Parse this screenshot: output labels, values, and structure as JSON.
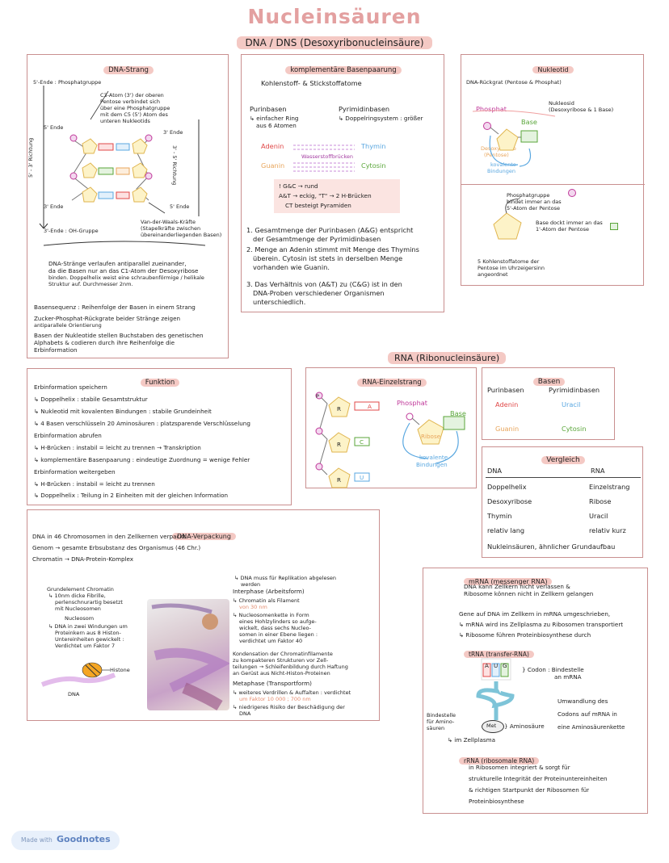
{
  "title": "Nucleinsäuren",
  "subtitle": "DNA / DNS (Desoxyribonucleinsäure)",
  "colors": {
    "accent": "#e39a9a",
    "frame": "#c98f8f",
    "highlight": "#f4c9c4"
  },
  "dna_strang": {
    "heading": "DNA-Strang",
    "labels": [
      "5'-Ende : Phosphatgruppe",
      "C3-Atom (3') der oberen",
      "Pentose verbindet sich",
      "über eine Phosphatgruppe",
      "mit dem C5 (5') Atom des",
      "unteren Nukleotids",
      "5' Ende",
      "3' Ende",
      "3' Ende",
      "5' Ende",
      "5' - 3' Richtung",
      "3' - 5' Richtung",
      "Van-der-Waals-Kräfte",
      "(Stapelkräfte zwischen",
      "übereinanderliegenden Basen)",
      "3'-Ende : OH-Gruppe"
    ],
    "notes": [
      "DNA-Stränge verlaufen antiparallel zueinander,",
      "da die Basen nur an das C1-Atom der Desoxyribose",
      "binden. Doppelhelix weist eine schraubenförmige / helikale",
      "Struktur auf. Durchmesser 2nm.",
      "Basensequenz : Reihenfolge der Basen in einem Strang",
      "Zucker-Phosphat-Rückgrate beider Stränge zeigen",
      "antiparallele Orientierung",
      "Basen der Nukleotide stellen Buchstaben des genetischen",
      "Alphabets & codieren durch ihre Reihenfolge die",
      "Erbinformation"
    ]
  },
  "basenpaarung": {
    "heading": "komplementäre Basenpaarung",
    "atoms": "Kohlenstoff- & Stickstoffatome",
    "purin_title": "Purinbasen",
    "purin_desc1": "↳ einfacher Ring",
    "purin_desc2": "aus 6 Atomen",
    "pyrimidin_title": "Pyrimidinbasen",
    "pyrimidin_desc": "↳ Doppelringsystem : größer",
    "adenin": "Adenin",
    "thymin": "Thymin",
    "guanin": "Guanin",
    "cytosin": "Cytosin",
    "bruecken_label": "Wasserstoffbrücken",
    "rule1": "! G&C → rund",
    "rule2": "A&T → eckig, \"T\" → 2 H-Brücken",
    "rule3": "CT besteigt Pyramiden",
    "points": [
      "1. Gesamtmenge der Purinbasen (A&G) entspricht",
      "der Gesamtmenge der Pyrimidinbasen",
      "2. Menge an Adenin stimmt mit Menge des Thymins",
      "überein. Cytosin ist stets in derselben Menge",
      "vorhanden wie Guanin.",
      "3. Das Verhältnis von (A&T) zu (C&G) ist in den",
      "DNA-Proben verschiedener Organismen",
      "unterschiedlich."
    ]
  },
  "nukleotid": {
    "heading": "Nukleotid",
    "backbone": "DNA-Rückgrat (Pentose & Phosphat)",
    "phosphat": "Phosphat",
    "base": "Base",
    "nukleosid1": "Nukleosid",
    "nukleosid2": "(Desoxyribose & 1 Base)",
    "desoxyribose": "Desoxyribose",
    "pentose": "(Pentose)",
    "kovalent1": "kovalente",
    "kovalent2": "Bindungen",
    "phos_note": [
      "Phosphatgruppe",
      "bindet immer an das",
      "5'-Atom der Pentose"
    ],
    "base_note": [
      "Base dockt immer an das",
      "1'-Atom der Pentose"
    ],
    "c_note": [
      "5 Kohlenstoffatome der",
      "Pentose im Uhrzeigersinn",
      "angeordnet"
    ]
  },
  "funktion": {
    "heading": "Funktion",
    "lines": [
      "Erbinformation speichern",
      "↳ Doppelhelix : stabile Gesamtstruktur",
      "↳ Nukleotid mit kovalenten Bindungen : stabile Grundeinheit",
      "↳ 4 Basen verschlüsseln 20 Aminosäuren : platzsparende Verschlüsselung",
      "Erbinformation abrufen",
      "↳ H-Brücken : instabil = leicht zu trennen → Transkription",
      "↳ komplementäre Basenpaarung : eindeutige Zuordnung = wenige Fehler",
      "Erbinformation weitergeben",
      "↳ H-Brücken : instabil = leicht zu trennen",
      "↳ Doppelhelix : Teilung in 2 Einheiten mit der gleichen Information"
    ]
  },
  "rna_title": "RNA (Ribonucleinsäure)",
  "rna_einzel": {
    "heading": "RNA-Einzelstrang",
    "phosphat": "Phosphat",
    "base": "Base",
    "ribose": "Ribose",
    "kov1": "kovalente",
    "kov2": "Bindungen",
    "letters": [
      "R",
      "R",
      "R",
      "A",
      "C",
      "U",
      "P"
    ]
  },
  "basen": {
    "heading": "Basen",
    "purin": "Purinbasen",
    "pyrimidin": "Pyrimidinbasen",
    "adenin": "Adenin",
    "uracil": "Uracil",
    "guanin": "Guanin",
    "cytosin": "Cytosin"
  },
  "vergleich": {
    "heading": "Vergleich",
    "col1": "DNA",
    "col2": "RNA",
    "rows": [
      [
        "Doppelhelix",
        "Einzelstrang"
      ],
      [
        "Desoxyribose",
        "Ribose"
      ],
      [
        "Thymin",
        "Uracil"
      ],
      [
        "relativ lang",
        "relativ kurz"
      ]
    ],
    "footer": "Nukleinsäuren, ähnlicher Grundaufbau"
  },
  "verpackung": {
    "heading": "DNA-Verpackung",
    "intro": [
      "DNA in 46 Chromosomen in den Zellkernen verpackt",
      "Genom → gesamte Erbsubstanz des Organismus (46 Chr.)",
      "Chromatin → DNA-Protein-Komplex"
    ],
    "left": [
      "Grundelement Chromatin",
      "↳ 10nm dicke Fibrille,",
      "perlenschnurartig besetzt",
      "mit Nucleosomen",
      "Nucleosom",
      "↳ DNA in zwei Windungen um",
      "Proteinkern aus 8 Histon-",
      "Untereinheiten gewickelt :",
      "Verdichtet um Faktor 7"
    ],
    "histone": "Histone",
    "dna": "DNA",
    "right": [
      "↳ DNA muss für Replikation abgelesen",
      "werden",
      "Interphase (Arbeitsform)",
      "↳ Chromatin als Filament",
      "von 30 nm",
      "↳ Nucleosomenkette in Form",
      "eines Hohlzylinders so aufge-",
      "wickelt, dass sechs Nucleo-",
      "somen in einer Ebene liegen :",
      "verdichtet um Faktor 40",
      "Kondensation der Chromatinfilamente",
      "zu kompakteren Strukturen vor Zell-",
      "teilungen → Schleifenbildung durch Haftung",
      "an Gerüst aus Nicht-Histon-Proteinen",
      "Metaphase (Transportform)",
      "↳ weiteres Verdrillen & Auffalten : verdichtet",
      "um Faktor 10 000 ; 700 nm",
      "↳ niedrigeres Risiko der Beschädigung der",
      "DNA"
    ]
  },
  "mrna": {
    "heading": "mRNA (messenger RNA)",
    "lines": [
      "DNA kann Zellkern nicht verlassen &",
      "Ribosome können nicht in Zellkern gelangen",
      "Gene auf DNA im Zellkern in mRNA umgeschrieben,",
      "↳ mRNA wird ins Zellplasma zu Ribosomen transportiert",
      "↳ Ribosome führen Proteinbiosynthese durch"
    ],
    "trna_heading": "tRNA (transfer-RNA)",
    "codon": [
      "} Codon : Bindestelle",
      "an mRNA"
    ],
    "umwandlung": [
      "Umwandlung des",
      "Codons auf mRNA in",
      "eine Aminosäurenkette"
    ],
    "bindestelle": [
      "Bindestelle",
      "für Amino-",
      "säuren"
    ],
    "met": "Met",
    "aminosaeure": "} Aminosäure",
    "zellplasma": "↳ im Zellplasma",
    "rrna_heading": "rRNA (ribosomale RNA)",
    "rrna_lines": [
      "in Ribosomen integriert & sorgt für",
      "strukturelle Integrität der Proteinuntereinheiten",
      "& richtigen Startpunkt der Ribosomen für",
      "Proteinbiosynthese"
    ],
    "codon_letters": [
      "A",
      "U",
      "G"
    ]
  },
  "footer": {
    "made": "Made with",
    "brand": "Goodnotes"
  }
}
